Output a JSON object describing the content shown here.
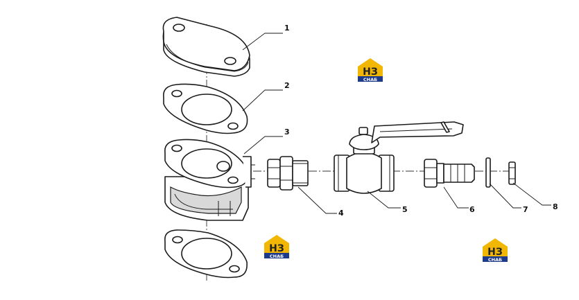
{
  "diagram": {
    "callouts": [
      "1",
      "2",
      "3",
      "4",
      "5",
      "6",
      "7",
      "8"
    ]
  },
  "watermark": {
    "mark": "НЗ",
    "caption": "СНАБ",
    "colors": {
      "yellow": "#f2b705",
      "dark": "#222222",
      "blue": "#1e3a8a"
    }
  }
}
